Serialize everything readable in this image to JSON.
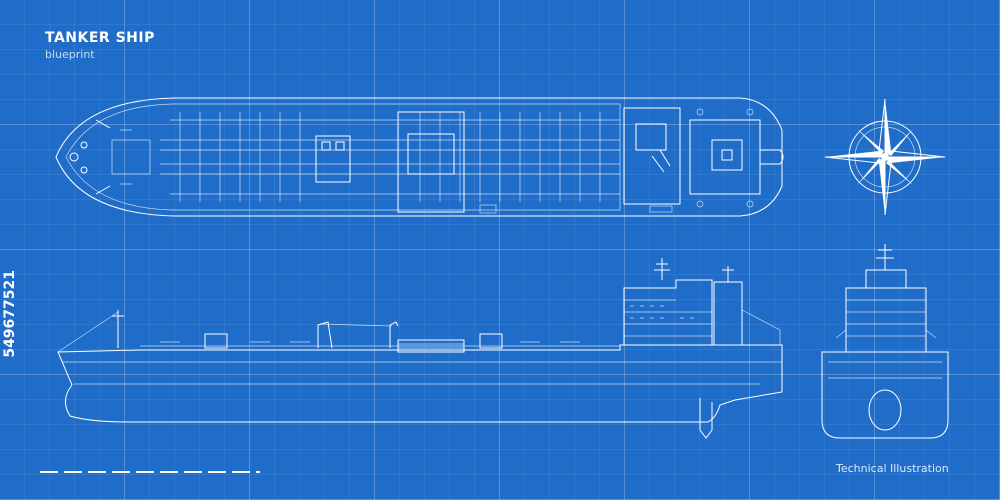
{
  "header": {
    "title": "TANKER SHIP",
    "subtitle": "blueprint"
  },
  "footer": {
    "caption": "Technical Illustration"
  },
  "watermark": {
    "stock_id": "549677521"
  },
  "colors": {
    "background": "#1f6dc9",
    "line": "#ffffff"
  },
  "icons": [
    "compass-rose-icon"
  ]
}
